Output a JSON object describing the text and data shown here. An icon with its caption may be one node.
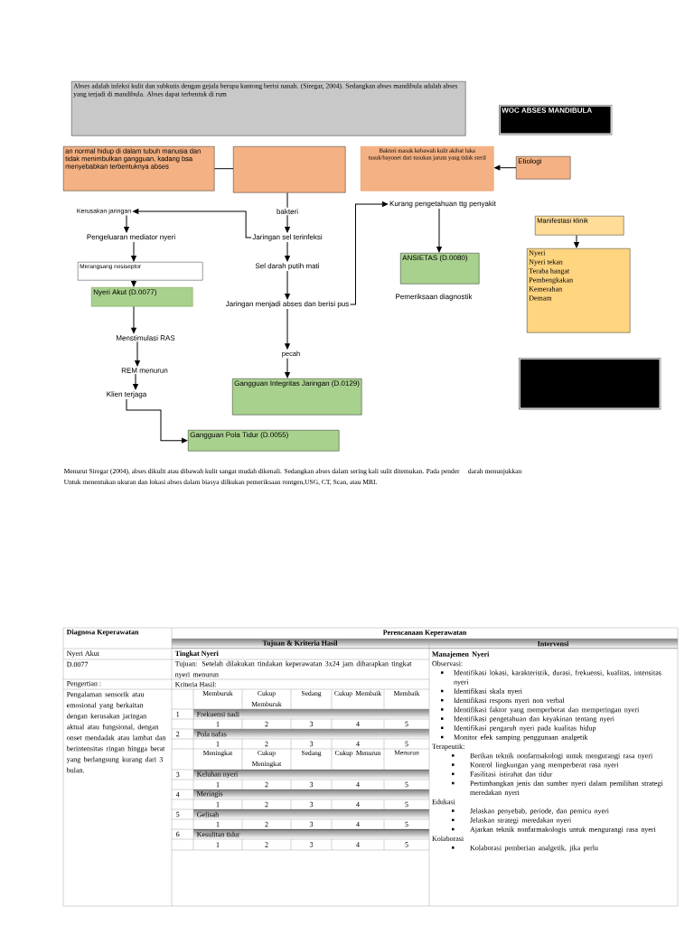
{
  "diagram": {
    "nodes": [
      {
        "text": [
          "Abses adalah infeksi kulit dan subkutis dengan gejala berupa kantong berisi nanah. (Siregar, 2004). Sedangkan abses mandibula adalah abses yang terjadi di mandibula. Abses dapat terbentuk di rum"
        ]
      },
      {
        "text": [
          "WOC ABSES MANDIBULA"
        ]
      },
      {
        "text": [
          "an normal hidup di dalam tubuh manusia dan tidak menimbulkan gangguan, kadang bsa menyebabkan terbentuknya abses"
        ]
      },
      {
        "text": [],
        "shape": "box"
      },
      {
        "text": [
          "Bakteri masuk kebawah kulit akibat luka tusuk/bayonet dari tusukan jarum yang tidak steril"
        ]
      },
      {
        "text": [
          "Etiologi"
        ]
      },
      {
        "text": [
          "bakteri"
        ]
      },
      {
        "text": [
          "Kerusakan jaringan"
        ]
      },
      {
        "text": [
          "Pengeluaran mediator nyeri"
        ]
      },
      {
        "text": [
          "Merangsang nosiseptor"
        ]
      },
      {
        "text": [
          "Nyeri Akut (D.0077)"
        ]
      },
      {
        "text": [
          "Menstimulasi RAS"
        ]
      },
      {
        "text": [
          "REM menurun"
        ]
      },
      {
        "text": [
          "Klien terjaga"
        ]
      },
      {
        "text": [
          "Gangguan Pola Tidur (D.0055)"
        ]
      },
      {
        "text": [
          "Jaringan sel terinfeksi"
        ]
      },
      {
        "text": [
          "Sel darah putih mati"
        ]
      },
      {
        "text": [
          "Jaringan menjadi abses dan berisi pus"
        ]
      },
      {
        "text": [
          "pecah"
        ]
      },
      {
        "text": [
          "Gangguan Integritas Jaringan (D.0129)"
        ]
      },
      {
        "text": [
          "Kurang pengetahuan ttg penyakit"
        ]
      },
      {
        "text": [
          "ANSIETAS (D.0080)"
        ]
      },
      {
        "text": [
          "Pemeriksaan diagnostik"
        ]
      },
      {
        "text": [
          "Manifestasi klinik"
        ]
      },
      {
        "text": [
          "Nyeri",
          "Nyeri tekan",
          "Teraba hangat",
          "Pembengkakan",
          "Kemerahan",
          "Demam"
        ]
      },
      {
        "text": [],
        "shape": "box"
      }
    ],
    "edges": [
      {
        "from": 2,
        "to": 3,
        "arrow": "none"
      },
      {
        "from": 5,
        "to": 4,
        "arrow": "to"
      },
      {
        "from": 3,
        "to": 6,
        "arrow": "none"
      },
      {
        "from": 6,
        "to": 15,
        "arrow": "to"
      },
      {
        "from": 15,
        "to": 7,
        "arrow": "to"
      },
      {
        "from": 7,
        "to": 8,
        "arrow": "to"
      },
      {
        "from": 8,
        "to": 9,
        "arrow": "to"
      },
      {
        "from": 9,
        "to": 10,
        "arrow": "to"
      },
      {
        "from": 10,
        "to": 11,
        "arrow": "to"
      },
      {
        "from": 11,
        "to": 12,
        "arrow": "to"
      },
      {
        "from": 12,
        "to": 13,
        "arrow": "to"
      },
      {
        "from": 13,
        "to": 14,
        "arrow": "to"
      },
      {
        "from": 15,
        "to": 16,
        "arrow": "to"
      },
      {
        "from": 16,
        "to": 17,
        "arrow": "to"
      },
      {
        "from": 17,
        "to": 18,
        "arrow": "to"
      },
      {
        "from": 18,
        "to": 19,
        "arrow": "to"
      },
      {
        "from": 17,
        "to": 20,
        "arrow": "to"
      },
      {
        "from": 20,
        "to": 21,
        "arrow": "to"
      },
      {
        "from": 23,
        "to": 24,
        "arrow": "to"
      }
    ],
    "labels": [
      "Menurut Siregar (2004), abses dikulit atau dibawah kulit sangat mudah dikenali. Sedangkan abses dalam sering kali sulit ditemukan. Pada pender",
      "darah menunjukkan",
      "Untuk menentukan ukuran dan lokasi abses dalam biasya dilkukan pemeriksaan rontgen,USG, CT, Scan, atau MRI.",
      "Diagnosa Keperawatan",
      "Perencanaan Keperawatan",
      "Tujuan & Kriteria Hasil",
      "Intervensi",
      "Nyeri Akut",
      "Tingkat Nyeri",
      "D.0077",
      "Tujuan: Setelah dilakukan tindakan keperawatan 3x24 jam diharapkan tingkat nyeri menurun",
      "Pengertian :",
      "Kriteria Hasil:",
      "Pengalaman sensorik atau emosional yang berkaitan dengan kerusakan jaringan aktual atau fungsional, dengan onset mendadak atau lambat dan berintensitas ringan hingga berat yang berlangsung kurang dari 3 bulan.",
      "Memburuk",
      "Cukup Memburuk",
      "Sedang",
      "Cukup Membaik",
      "Membaik",
      "1",
      "Frekuensi nadi",
      "1",
      "2",
      "3",
      "4",
      "5",
      "2",
      "Pola nafas",
      "1",
      "2",
      "3",
      "4",
      "5",
      "Meningkat",
      "Cukup Meningkat",
      "Sedang",
      "Cukup Menurun",
      "Menurun",
      "3",
      "Keluhan nyeri",
      "1",
      "2",
      "3",
      "4",
      "5",
      "4",
      "Meringis",
      "1",
      "2",
      "3",
      "4",
      "5",
      "5",
      "Gelisah",
      "1",
      "2",
      "3",
      "4",
      "5",
      "6",
      "Kesulitan tidur",
      "1",
      "2",
      "3",
      "4",
      "5",
      "Manajemen Nyeri",
      "Observasi:",
      "Identifikasi lokasi, karakteristik, durasi, frekuensi, kualitas, intensitas nyeri",
      "Identifikasi skala nyeri",
      "Identifikasi respons nyeri non verbal",
      "Identifikasi faktor yang memperberat dan memperingan nyeri",
      "Identifikasi pengetahuan dan keyakinan tentang nyeri",
      "Identifikasi pengaruh nyeri pada kualitas hidup",
      "Monitor efek samping penggunaan analgetik",
      "Terapeutik:",
      "Berikan teknik nonfarmakologi untuk mengurangi rasa nyeri",
      "Kontrol lingkungan yang memperberat rasa nyeri",
      "Fasilitasi istirahat dan tidur",
      "Pertimbangkan jenis dan sumber nyeri dalam pemilihan strategi meredakan nyeri",
      "Edukasi",
      "Jelaskan penyebab, periode, dan pemicu nyeri",
      "Jelaskan strategi meredakan nyeri",
      "Ajarkan teknik nonfarmakologis untuk mengurangi rasa nyeri",
      "Kolaborasi",
      "Kolaborasi pemberian analgetik, jika perlu"
    ]
  }
}
